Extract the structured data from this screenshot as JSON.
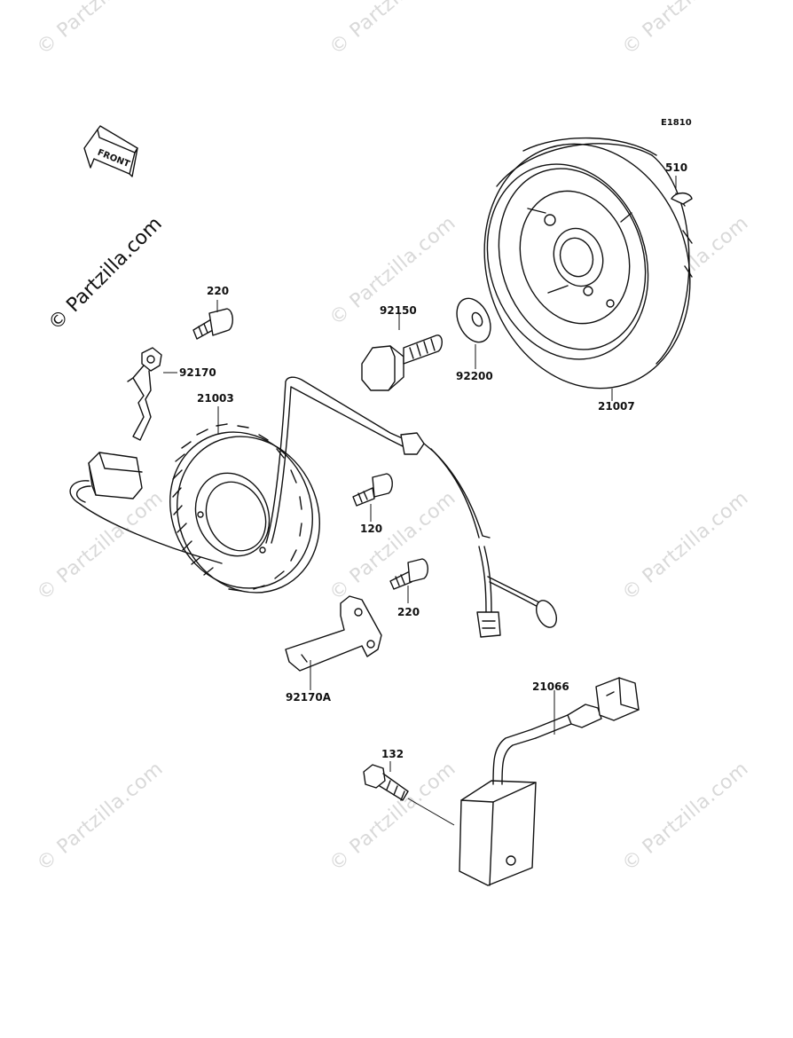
{
  "diagram": {
    "code": "E1810",
    "brand": "© Partzilla.com",
    "watermark": "© Partzilla.com",
    "front_label": "FRONT",
    "parts": {
      "p510": "510",
      "p21007": "21007",
      "p92200": "92200",
      "p92150": "92150",
      "p220a": "220",
      "p92170": "92170",
      "p21003": "21003",
      "p120": "120",
      "p220b": "220",
      "p92170A": "92170A",
      "p21066": "21066",
      "p132": "132"
    }
  }
}
